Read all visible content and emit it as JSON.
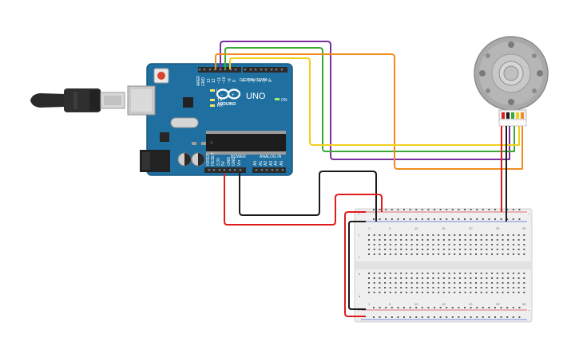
{
  "board": {
    "brand_text": "UNO",
    "logo_text": "ARDUINO",
    "digital_header": "DIGITAL (PWM~)",
    "power_header": "POWER",
    "analog_header": "ANALOG IN",
    "aref_label": "AREF",
    "gnd_label": "GND",
    "d13_label": "13",
    "d12_label": "12",
    "d11_label": "~11",
    "d10_label": "~10",
    "d9_label": "~9",
    "d8_label": "8",
    "d7_label": "7",
    "d6_label": "~6",
    "d5_label": "~5",
    "d4_label": "4",
    "d3_label": "~3",
    "d2_label": "2",
    "tx_label": "TX",
    "rx_label": "RX",
    "l_label": "L",
    "on_label": "ON",
    "ioref_label": "IOREF",
    "reset_label": "RESET",
    "v33_label": "3.3V",
    "v5_label": "5V",
    "vin_label": "Vin",
    "a0_label": "A0",
    "a1_label": "A1",
    "a2_label": "A2",
    "a3_label": "A3",
    "a4_label": "A4",
    "a5_label": "A5"
  },
  "breadboard": {
    "plus_label": "+",
    "minus_label": "-",
    "col_1": "1",
    "col_5": "5",
    "col_10": "10",
    "col_15": "15",
    "col_20": "20",
    "col_25": "25",
    "col_30": "30",
    "row_a": "a",
    "row_e": "e",
    "row_f": "f",
    "row_j": "j"
  },
  "wires": {
    "red": "#e01b1b",
    "black": "#1a1a1a",
    "purple": "#7b2fa0",
    "green": "#3aa935",
    "yellow": "#f2cf1d",
    "orange": "#f08c1e"
  },
  "colors": {
    "board_blue": "#1f6fa0",
    "board_edge": "#165a85",
    "header_black": "#2b2b2b",
    "breadboard_body": "#efefef"
  }
}
